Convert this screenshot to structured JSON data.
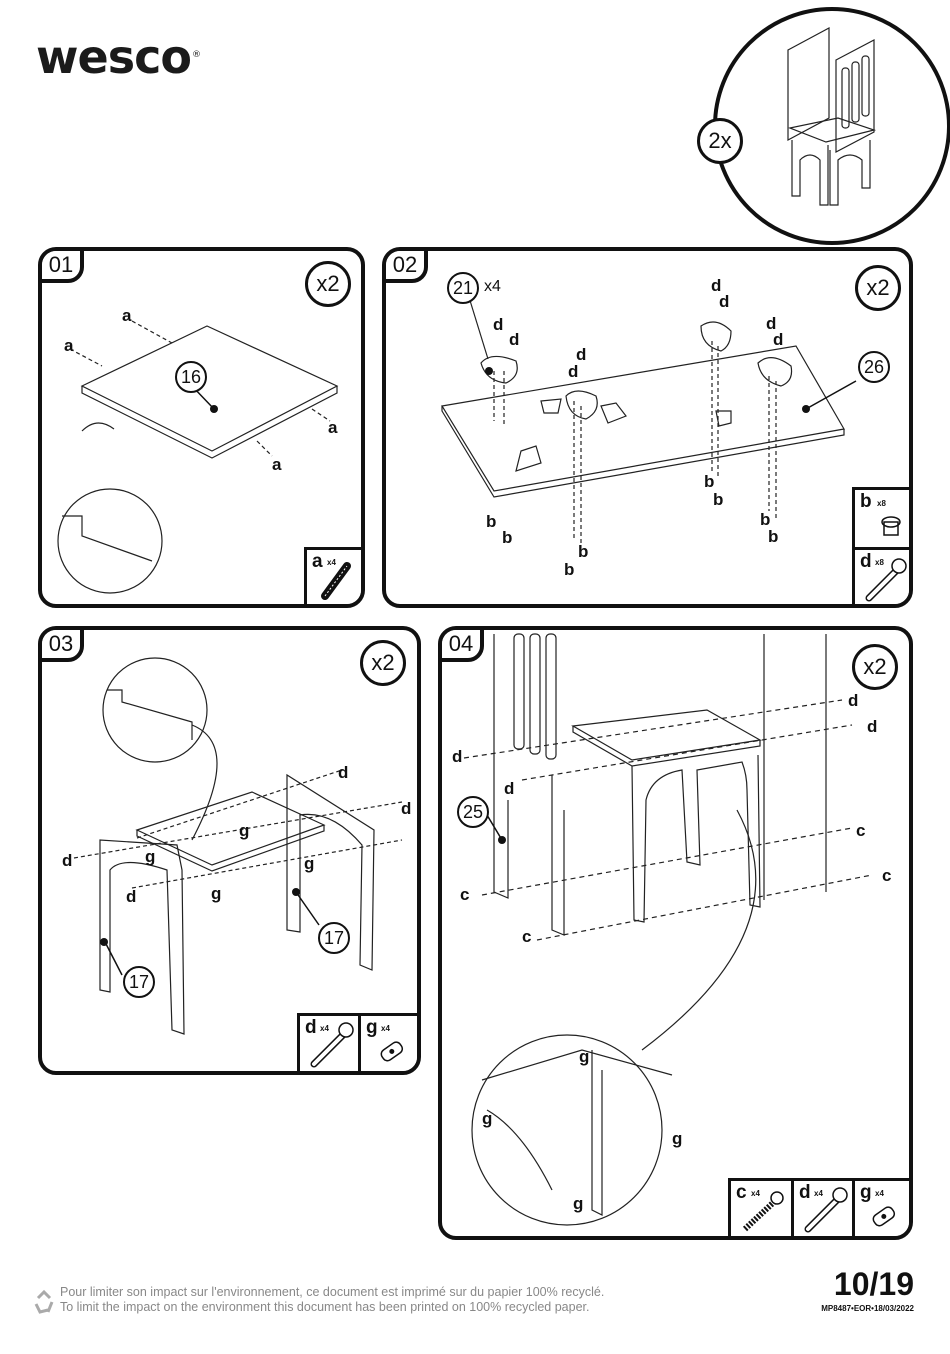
{
  "brand": {
    "name": "wesco",
    "registered": "®"
  },
  "top_circle": {
    "multiplier": "2x"
  },
  "steps": [
    {
      "num": "01",
      "mult": "x2",
      "callouts": [
        "16"
      ],
      "labels": [
        "a",
        "a",
        "a",
        "a"
      ],
      "part": {
        "letter": "a",
        "qty": "x4"
      }
    },
    {
      "num": "02",
      "mult": "x2",
      "callouts": [
        "21",
        "26"
      ],
      "callout_qty": "x4",
      "labels": [
        "d",
        "d",
        "d",
        "d",
        "d",
        "d",
        "d",
        "d",
        "b",
        "b",
        "b",
        "b",
        "b",
        "b",
        "b",
        "b"
      ],
      "parts": [
        {
          "letter": "b",
          "qty": "x8"
        },
        {
          "letter": "d",
          "qty": "x8"
        }
      ]
    },
    {
      "num": "03",
      "mult": "x2",
      "callouts": [
        "17",
        "17"
      ],
      "labels": [
        "d",
        "d",
        "d",
        "d",
        "g",
        "g",
        "g",
        "g"
      ],
      "parts": [
        {
          "letter": "d",
          "qty": "x4"
        },
        {
          "letter": "g",
          "qty": "x4"
        }
      ]
    },
    {
      "num": "04",
      "mult": "x2",
      "callouts": [
        "25"
      ],
      "labels": [
        "d",
        "d",
        "d",
        "d",
        "c",
        "c",
        "c",
        "c",
        "g",
        "g",
        "g",
        "g"
      ],
      "parts": [
        {
          "letter": "c",
          "qty": "x4"
        },
        {
          "letter": "d",
          "qty": "x4"
        },
        {
          "letter": "g",
          "qty": "x4"
        }
      ]
    }
  ],
  "footer": {
    "line_fr": "Pour  limiter son impact sur l'environnement, ce document est imprimé sur du papier 100% recyclé.",
    "line_en": "To limit the impact on the environment this document has been printed on 100% recycled paper.",
    "page": "10/19",
    "reference": "MP8487•EOR•18/03/2022"
  }
}
